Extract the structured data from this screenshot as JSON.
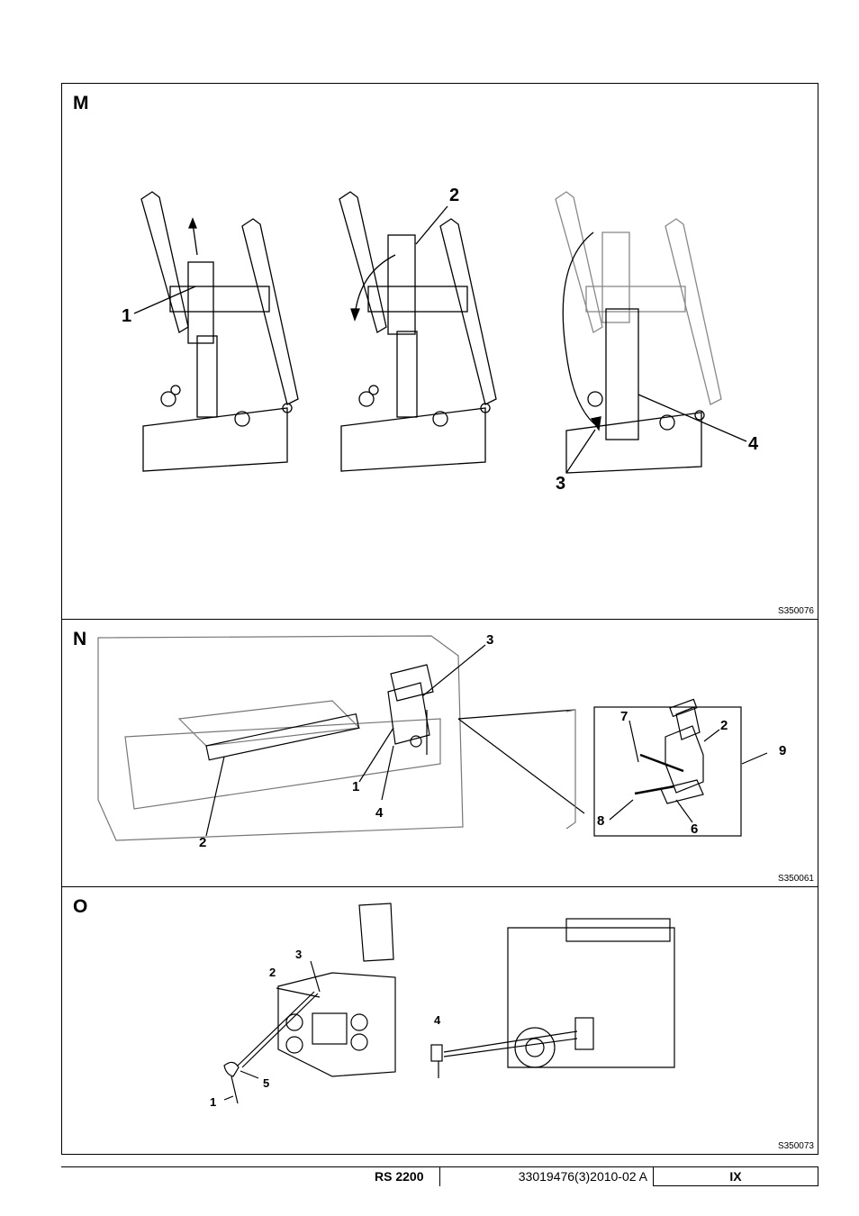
{
  "panels": [
    {
      "label": "M",
      "ref": "S350076",
      "callouts": [
        "1",
        "2",
        "3",
        "4"
      ]
    },
    {
      "label": "N",
      "ref": "S350061",
      "callouts": [
        "1",
        "2",
        "3",
        "4",
        "6",
        "7",
        "8",
        "9"
      ]
    },
    {
      "label": "O",
      "ref": "S350073",
      "callouts": [
        "1",
        "2",
        "3",
        "4",
        "5"
      ]
    }
  ],
  "footer": {
    "model": "RS 2200",
    "doc_number": "33019476(3)2010-02 A",
    "page": "IX"
  }
}
